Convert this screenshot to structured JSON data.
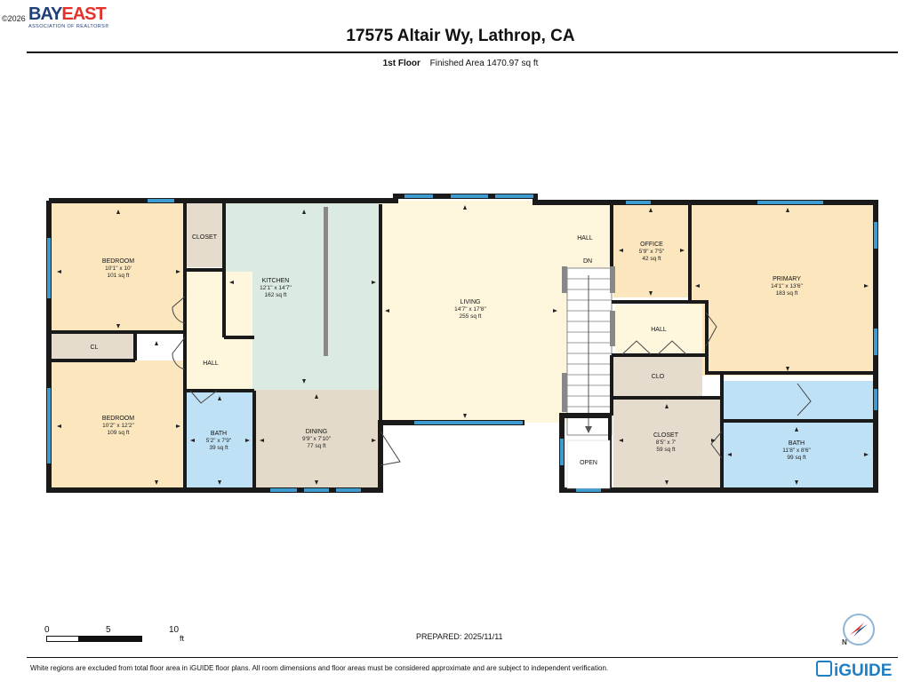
{
  "header": {
    "copyright": "©2026",
    "logo_brand": "BAYEAST",
    "logo_subtitle": "ASSOCIATION OF REALTORS®",
    "address": "17575 Altair Wy, Lathrop, CA"
  },
  "floor": {
    "name": "1st Floor",
    "area": "Finished Area 1470.97 sq ft"
  },
  "rooms": {
    "bedroom1": {
      "name": "BEDROOM",
      "dims": "10'1\" x 10'",
      "area": "101 sq ft"
    },
    "closet_tl": {
      "name": "CLOSET"
    },
    "kitchen": {
      "name": "KITCHEN",
      "dims": "12'1\" x 14'7\"",
      "area": "162 sq ft"
    },
    "living": {
      "name": "LIVING",
      "dims": "14'7\" x 17'8\"",
      "area": "255 sq ft"
    },
    "hall_top": {
      "name": "HALL"
    },
    "stairs": {
      "label": "DN"
    },
    "office": {
      "name": "OFFICE",
      "dims": "5'9\" x 7'5\"",
      "area": "42 sq ft"
    },
    "primary": {
      "name": "PRIMARY",
      "dims": "14'1\" x 13'6\"",
      "area": "183 sq ft"
    },
    "cl": {
      "name": "CL"
    },
    "hall_left": {
      "name": "HALL"
    },
    "hall_right": {
      "name": "HALL"
    },
    "clo": {
      "name": "CLO"
    },
    "bedroom2": {
      "name": "BEDROOM",
      "dims": "10'2\" x 12'2\"",
      "area": "109 sq ft"
    },
    "bath1": {
      "name": "BATH",
      "dims": "5'2\" x 7'9\"",
      "area": "39 sq ft"
    },
    "dining": {
      "name": "DINING",
      "dims": "9'9\" x 7'10\"",
      "area": "77 sq ft"
    },
    "closet_r": {
      "name": "CLOSET",
      "dims": "8'5\" x 7'",
      "area": "59 sq ft"
    },
    "bath2": {
      "name": "BATH",
      "dims": "11'8\" x 8'6\"",
      "area": "99 sq ft"
    },
    "open": {
      "name": "OPEN"
    }
  },
  "scale": {
    "ticks": [
      "0",
      "5",
      "10"
    ],
    "unit": "ft"
  },
  "prepared": "PREPARED: 2025/11/11",
  "disclaimer": "White regions are excluded from total floor area in iGUIDE floor plans. All room dimensions and floor areas must be considered approximate and are subject to independent verification.",
  "brand_footer": "iGUIDE",
  "compass_label": "N",
  "colors": {
    "bedroom": "#fbe6bd",
    "kitchen": "#dcebe2",
    "living": "#fdf6dc",
    "dining": "#e3dac9",
    "bath": "#bfe1f5",
    "closet": "#e6dccd",
    "hall": "#fef6dd",
    "wall": "#1a1a1a",
    "window": "#3e9bd0"
  }
}
